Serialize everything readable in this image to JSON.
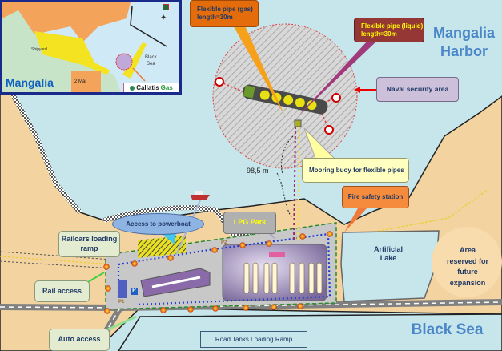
{
  "map": {
    "water_labels": {
      "harbor": "Mangalia\nHarbor",
      "harbor_line1": "Mangalia",
      "harbor_line2": "Harbor",
      "sea": "Black Sea"
    },
    "callouts": {
      "gas_pipe": {
        "line1": "Flexible pipe (gas)",
        "line2": "length=30m"
      },
      "liquid_pipe": {
        "line1": "Flexible pipe (liquid)",
        "line2": "length=30m"
      },
      "naval_area": "Naval security area",
      "mooring_buoy": "Mooring buoy for flexible pipes",
      "fire_station": "Fire safety station",
      "lpg_park": "LPG Park",
      "powerboat": "Access to powerboat",
      "railcars": {
        "line1": "Railcars loading",
        "line2": "ramp"
      },
      "rail_access": "Rail access",
      "auto_access": "Auto access",
      "road_tanks": "Road Tanks Loading Ramp",
      "artificial_lake": {
        "line1": "Artificial",
        "line2": "Lake"
      },
      "future_area": {
        "line1": "Area",
        "line2": "reserved for",
        "line3": "future",
        "line4": "expansion"
      }
    },
    "distance_label": "98,5 m",
    "markers": {
      "parking": "P",
      "p1": "P1",
      "p2": "P2"
    },
    "colors": {
      "water": "#c6e6ec",
      "land": "#f3d3a0",
      "gas_callout": "#e46c0a",
      "liquid_callout": "#953735",
      "naval_callout": "#ccc0da",
      "buoy_callout": "#ffffc0",
      "fire_callout": "#f58b3c",
      "lpg_callout": "#b0b0b0",
      "powerboat_callout": "#8eb4e3",
      "text_dark": "#1f3864",
      "text_yellow": "#ffff00",
      "brand_blue": "#4a86c8"
    }
  },
  "inset": {
    "town": "Mangalia",
    "district": "2 Mai",
    "shipyard": "Shipyard",
    "sea": "Black\nSea",
    "sea_line1": "Black",
    "sea_line2": "Sea",
    "brand_part1": "Callatis",
    "brand_part2": "Gas"
  }
}
